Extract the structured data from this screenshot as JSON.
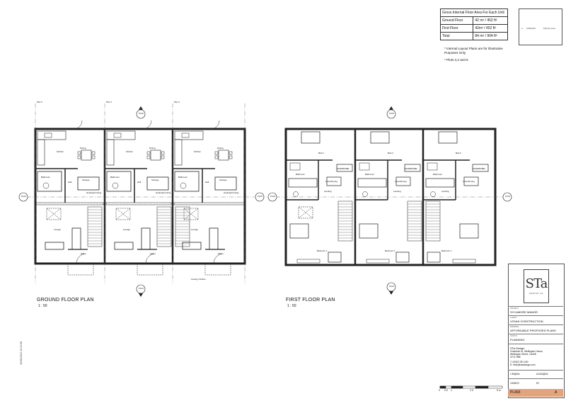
{
  "area_table": {
    "title": "Gross Internal Floor Area For Each Unit",
    "rows": [
      {
        "label": "Ground Floor",
        "value": "42 m² / 452 ft²"
      },
      {
        "label": "First Floor",
        "value": "42m² / 452 ft²"
      },
      {
        "label": "Total",
        "value": "84 m² / 904 ft²"
      }
    ]
  },
  "notes": [
    "*  Internal Layout Plans are for Illustrative",
    "    Purposes Only",
    "*  Plots 3,4 and 5"
  ],
  "revision": {
    "rev": "A",
    "date": "10/06/2022",
    "desc": "Planning Issue"
  },
  "plans": {
    "ground": {
      "title": "GROUND FLOOR PLAN",
      "scale": "1 : 50"
    },
    "first": {
      "title": "FIRST FLOOR PLAN",
      "scale": "1 : 50"
    }
  },
  "plots": [
    "Plot 5",
    "Plot 4",
    "Plot 3"
  ],
  "ground_rooms": {
    "kitchen": "Kitchen",
    "dining": "Dining",
    "bathroom": "Bathroom",
    "hall": "Hall",
    "storage": "Storage",
    "heating": "Heating/Cooling",
    "lounge": "Lounge"
  },
  "first_rooms": {
    "bed2": "Bed 2",
    "bathroom": "Bathroom",
    "landing": "Landing",
    "linen": "Linen/Drying",
    "bedroom1": "Bedroom 1",
    "wardrobe": "WARDROBE"
  },
  "canopy_label": "Canopy Outline",
  "pland_label": "PLAN",
  "title_block": {
    "logo_mark": "STa",
    "logo_sub": "DESIGN UK",
    "project_label": "PROJECT",
    "project": "SYCAMORE MANOR",
    "client_label": "CLIENT",
    "client": "LEDAN CONSTRUCTION",
    "drawing_label": "DRAWING",
    "drawing": "AFFORDABLE PROPOSED PLANS",
    "status_label": "STATUS",
    "status": "PLANNING",
    "company": "STa Design",
    "address1": "Craddock St, Wellington House,",
    "address2": "Wellington Street, Cardiff",
    "postcode": "CF11 9BE",
    "phone": "T: 02920 781 000",
    "email": "E: hello@stadesign.com",
    "scale": "1:50@A1",
    "size": "A1/A3@A3",
    "date": "10/06/22",
    "drawn": "RJ",
    "number": "PL403",
    "rev": "A"
  },
  "scale_bar": [
    "0",
    "0.5",
    "1",
    "2.5",
    "5 m"
  ],
  "side_stamp": "10/06/2022 10:23:58"
}
